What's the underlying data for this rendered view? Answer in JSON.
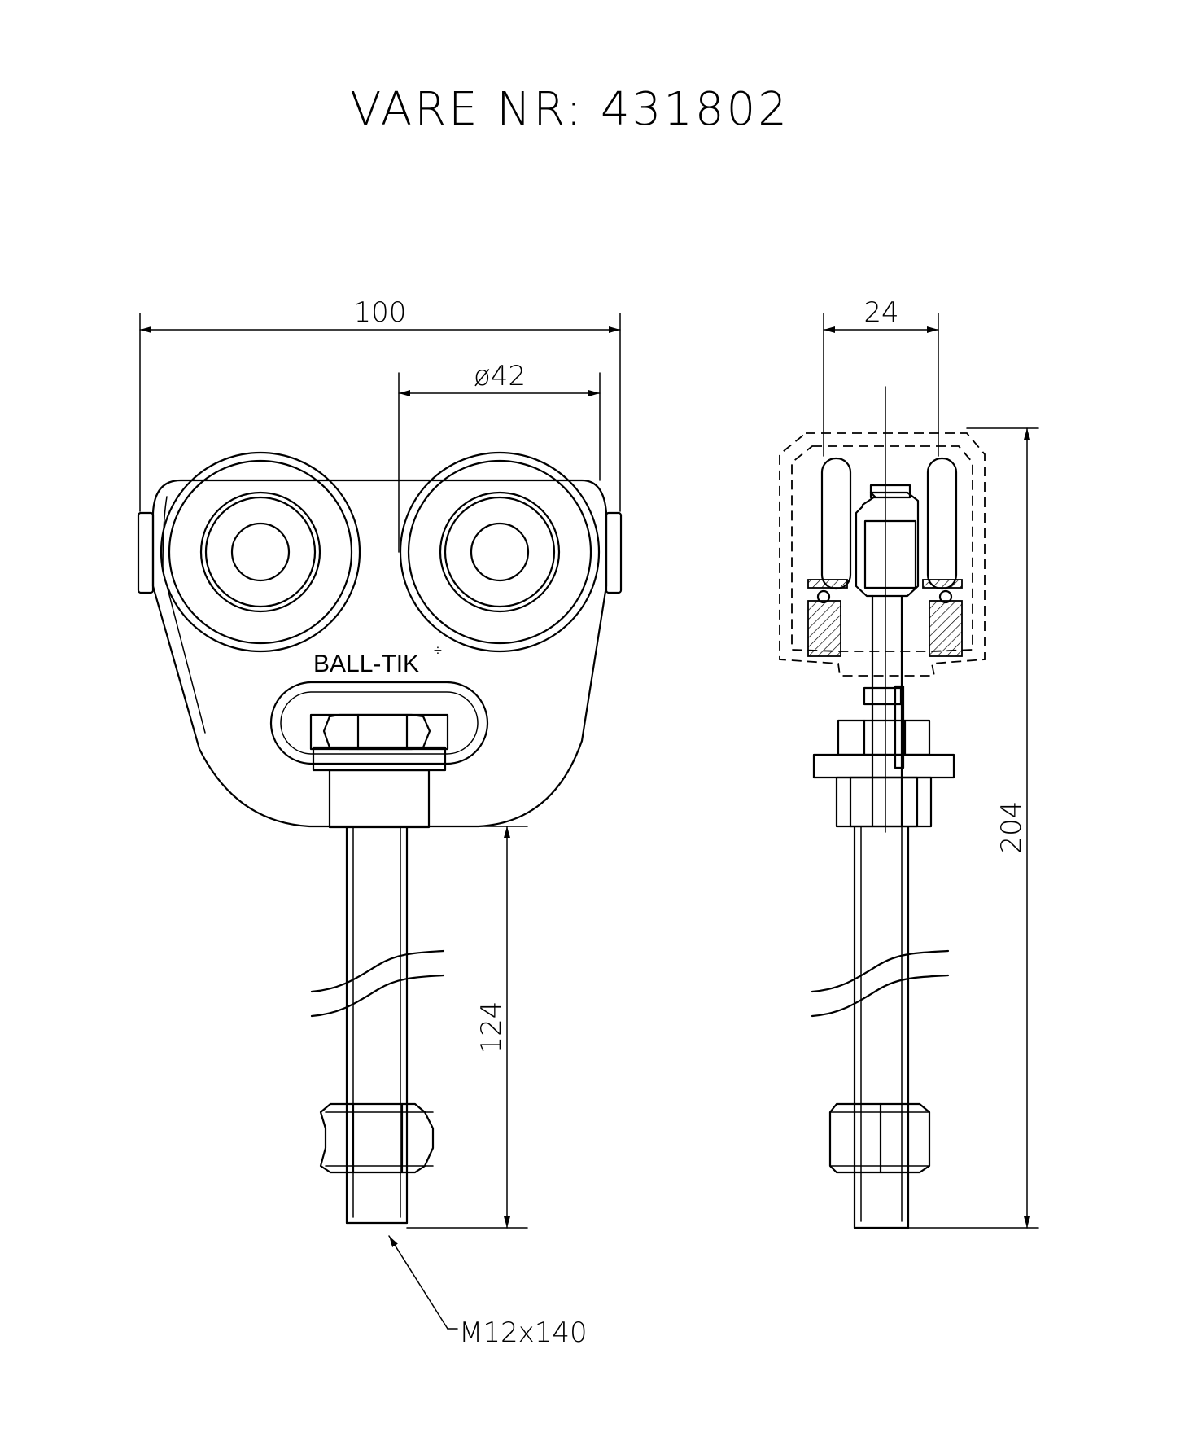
{
  "title": "VARE NR: 431802",
  "brand_label": "BALL-TIK",
  "brand_mark": "÷",
  "dimensions": {
    "overall_width": "100",
    "wheel_diameter": "ø42",
    "shaft_length": "124",
    "side_width": "24",
    "total_height": "204"
  },
  "bolt_callout": "M12x140"
}
